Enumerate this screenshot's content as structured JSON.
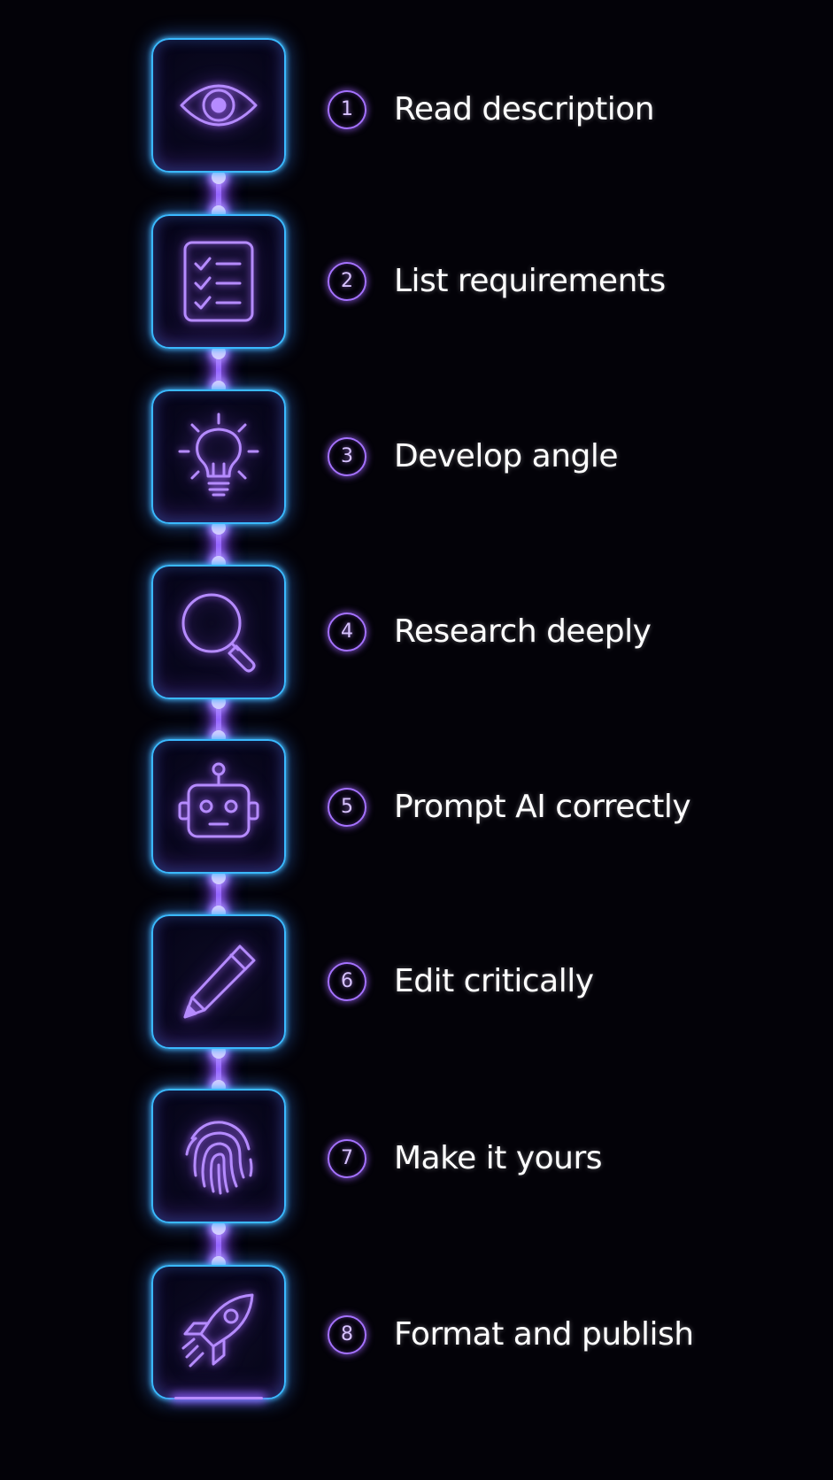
{
  "colors": {
    "background": "#030208",
    "box_border": "#3ab9ff",
    "icon_stroke": "#b58bff",
    "number_ring": "#a572ff",
    "label_text": "#ffffff"
  },
  "steps": [
    {
      "number": "1",
      "label": "Read description",
      "icon": "eye-icon"
    },
    {
      "number": "2",
      "label": "List requirements",
      "icon": "checklist-icon"
    },
    {
      "number": "3",
      "label": "Develop angle",
      "icon": "lightbulb-icon"
    },
    {
      "number": "4",
      "label": "Research deeply",
      "icon": "magnifying-glass-icon"
    },
    {
      "number": "5",
      "label": "Prompt AI correctly",
      "icon": "robot-icon"
    },
    {
      "number": "6",
      "label": "Edit critically",
      "icon": "pencil-icon"
    },
    {
      "number": "7",
      "label": "Make it yours",
      "icon": "fingerprint-icon"
    },
    {
      "number": "8",
      "label": "Format and publish",
      "icon": "rocket-icon"
    }
  ]
}
